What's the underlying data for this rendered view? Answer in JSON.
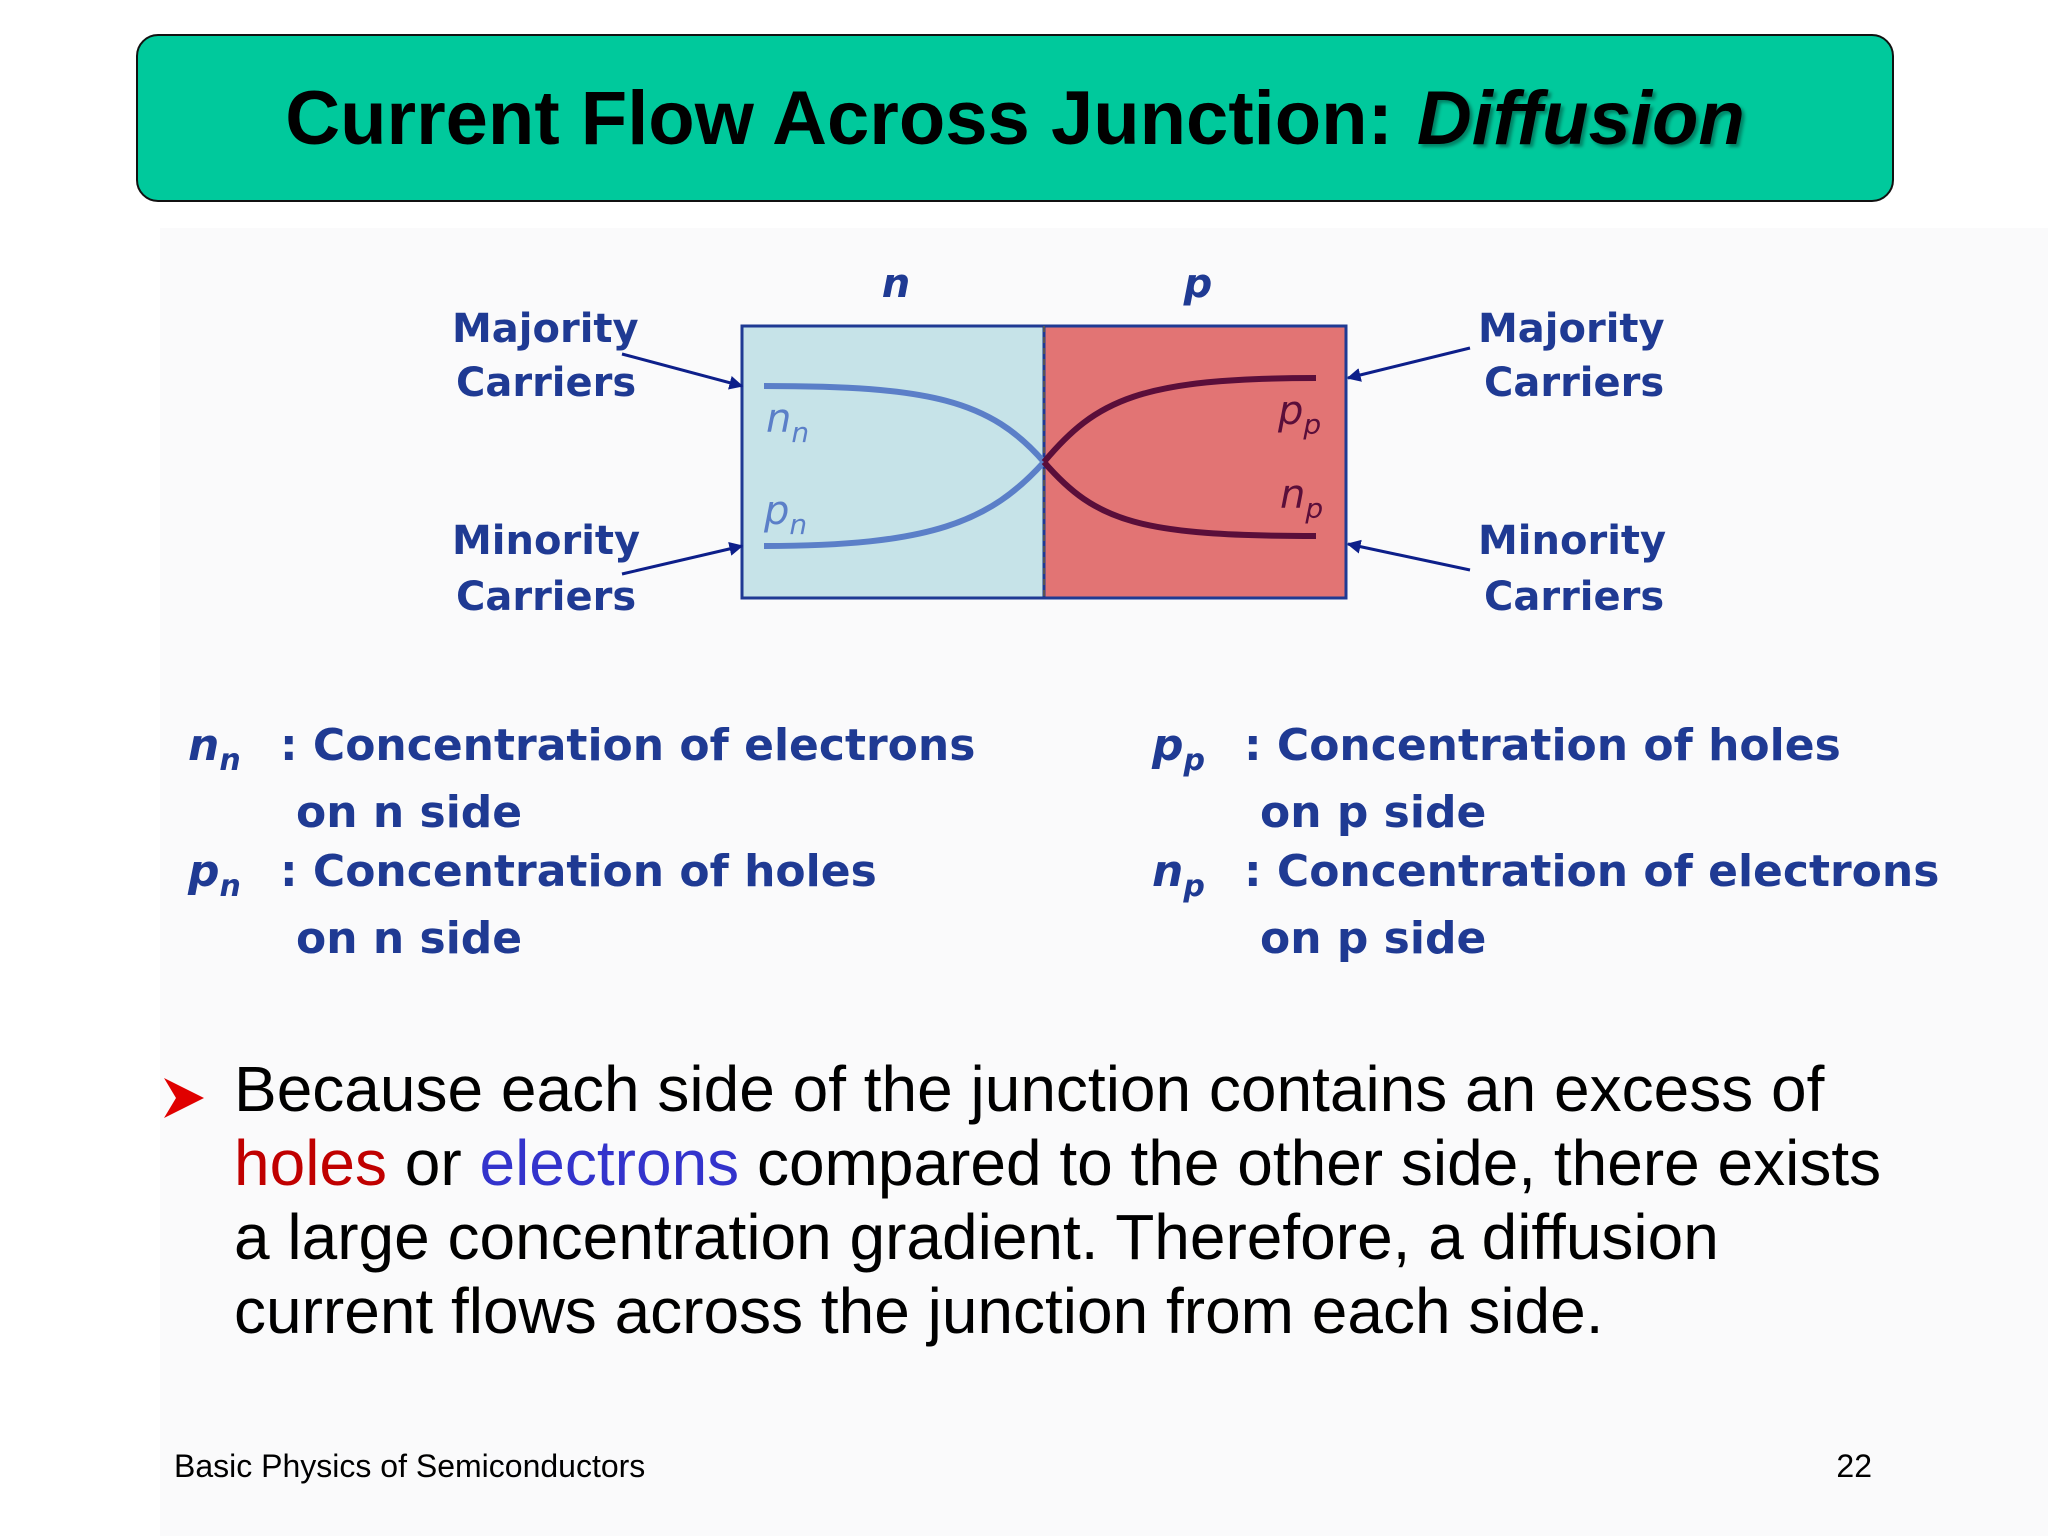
{
  "title": {
    "main": "Current Flow Across Junction:",
    "emphasis": "Diffusion"
  },
  "diagram": {
    "region_n_label": "n",
    "region_p_label": "p",
    "left_labels": {
      "majority": [
        "Majority",
        "Carriers"
      ],
      "minority": [
        "Minority",
        "Carriers"
      ]
    },
    "right_labels": {
      "majority": [
        "Majority",
        "Carriers"
      ],
      "minority": [
        "Minority",
        "Carriers"
      ]
    },
    "curve_labels": {
      "nn": {
        "base": "n",
        "sub": "n"
      },
      "pn": {
        "base": "p",
        "sub": "n"
      },
      "pp": {
        "base": "p",
        "sub": "p"
      },
      "np": {
        "base": "n",
        "sub": "p"
      }
    },
    "colors": {
      "n_region": "#c6e3e8",
      "p_region": "#e27474",
      "n_curve": "#5b7fc8",
      "p_curve": "#5a0e3a",
      "label": "#1f3a93"
    }
  },
  "legend": {
    "nn": {
      "base": "n",
      "sub": "n",
      "line1": ": Concentration of electrons",
      "line2": "on n side"
    },
    "pn": {
      "base": "p",
      "sub": "n",
      "line1": ": Concentration of holes",
      "line2": "on n side"
    },
    "pp": {
      "base": "p",
      "sub": "p",
      "line1": ": Concentration of holes",
      "line2": "on p side"
    },
    "np": {
      "base": "n",
      "sub": "p",
      "line1": ": Concentration of electrons",
      "line2": "on p side"
    }
  },
  "bullet": {
    "part1": "Because each side of the junction contains an excess of",
    "holes": "holes",
    "or": " or ",
    "electrons": "electrons",
    "part2": " compared to the other side, there exists",
    "part3": "a large concentration gradient.  Therefore, a diffusion",
    "part4": "current flows across the junction from each side."
  },
  "footer": {
    "left": "Basic Physics of Semiconductors",
    "page": "22"
  }
}
